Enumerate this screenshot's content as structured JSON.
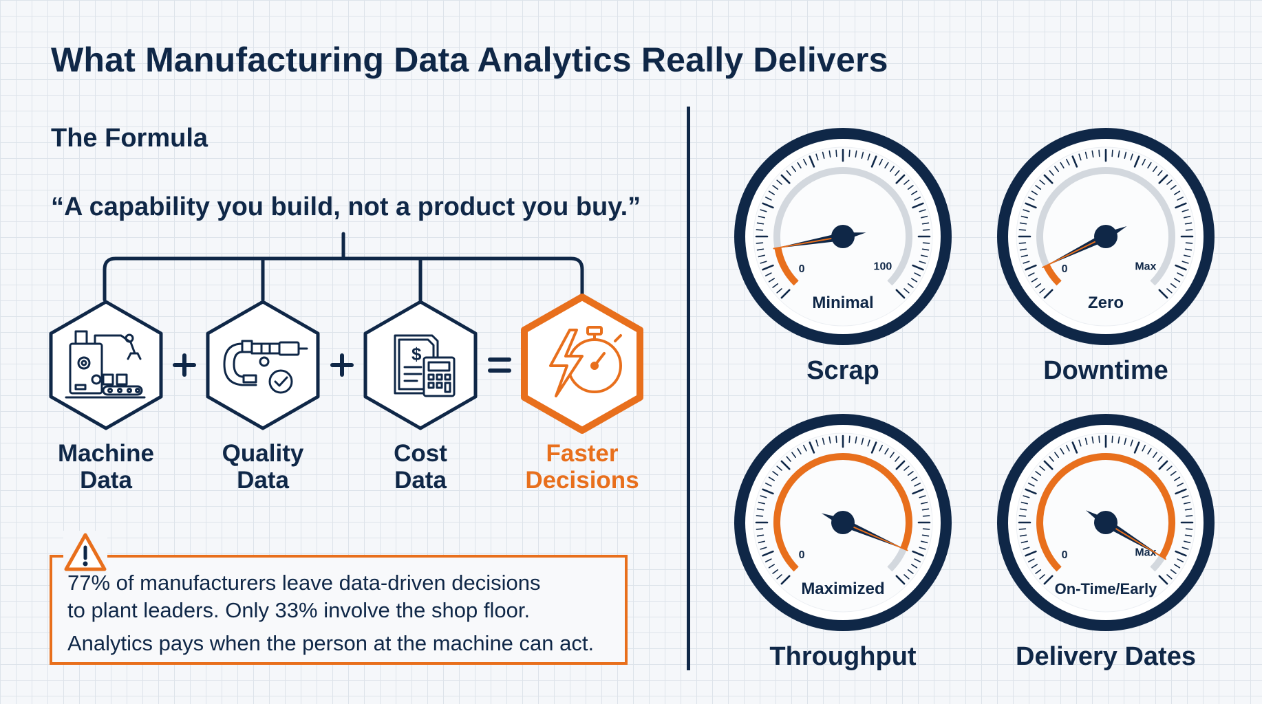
{
  "title": "What Manufacturing Data Analytics Really Delivers",
  "formula": {
    "heading": "The Formula",
    "quote": "“A capability you build, not a product you buy.”",
    "operators": [
      "+",
      "+",
      "="
    ],
    "items": [
      {
        "label": "Machine\nData",
        "icon": "factory-robot-arm-icon"
      },
      {
        "label": "Quality\nData",
        "icon": "micrometer-check-icon"
      },
      {
        "label": "Cost\nData",
        "icon": "invoice-calculator-icon"
      },
      {
        "label": "Faster\nDecisions",
        "icon": "lightning-stopwatch-icon"
      }
    ]
  },
  "callout": {
    "icon": "warning-icon",
    "lines": [
      "77% of manufacturers leave data-driven decisions",
      "to plant leaders. Only 33% involve the shop floor.",
      "Analytics pays when the person at the machine can act."
    ]
  },
  "gauges": [
    {
      "title": "Scrap",
      "label": "Minimal",
      "min_label": "0",
      "max_label": "100",
      "level": 0.13
    },
    {
      "title": "Downtime",
      "label": "Zero",
      "min_label": "0",
      "max_label": "Max",
      "level": 0.07
    },
    {
      "title": "Throughput",
      "label": "Maximized",
      "min_label": "0",
      "max_label": "",
      "level": 0.92
    },
    {
      "title": "Delivery Dates",
      "label": "On-Time/Early",
      "min_label": "0",
      "max_label": "Max",
      "level": 0.95
    }
  ],
  "colors": {
    "navy": "#0f2747",
    "accent": "#e86f1c",
    "track": "#d3d8de",
    "background": "#f5f7fa"
  }
}
